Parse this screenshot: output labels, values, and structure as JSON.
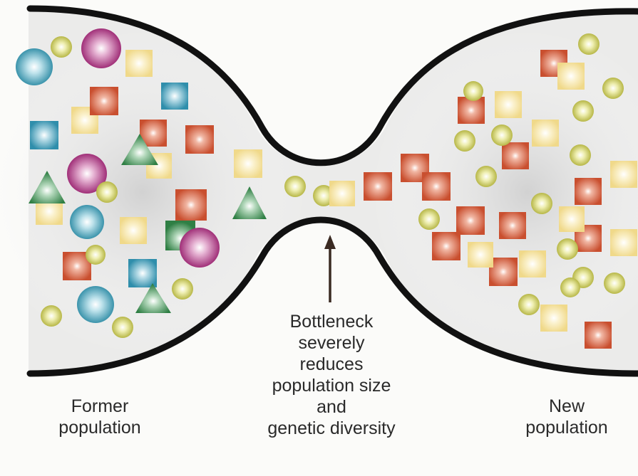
{
  "labels": {
    "former": [
      "Former",
      "population"
    ],
    "new": [
      "New",
      "population"
    ],
    "bottleneck": [
      "Bottleneck",
      "severely",
      "reduces",
      "population size",
      "and",
      "genetic diversity"
    ]
  },
  "colors": {
    "outline": "#111111",
    "shading": "#d9d9d9",
    "arrow": "#3a2a22",
    "blue": "#3f9bb3",
    "magenta": "#a8357c",
    "green": "#3f8a4f",
    "red": "#cc5535",
    "yellow": "#f2dc8e",
    "olive": "#c4c45e"
  }
}
